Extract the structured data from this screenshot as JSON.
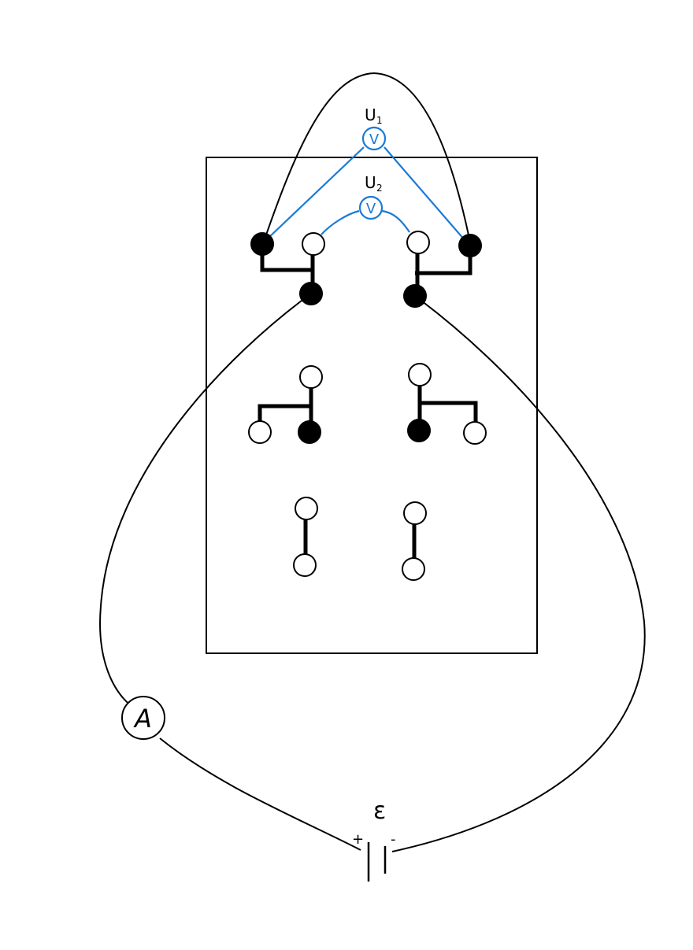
{
  "colors": {
    "wire": "#000000",
    "voltmeter": "#1a7ad6"
  },
  "voltmeter_top": {
    "label": "U",
    "subscript": "1",
    "symbol": "V"
  },
  "voltmeter_inner": {
    "label": "U",
    "subscript": "2",
    "symbol": "V"
  },
  "ammeter": {
    "symbol": "A"
  },
  "battery": {
    "emf": "ε",
    "plus": "+",
    "minus": "-"
  }
}
